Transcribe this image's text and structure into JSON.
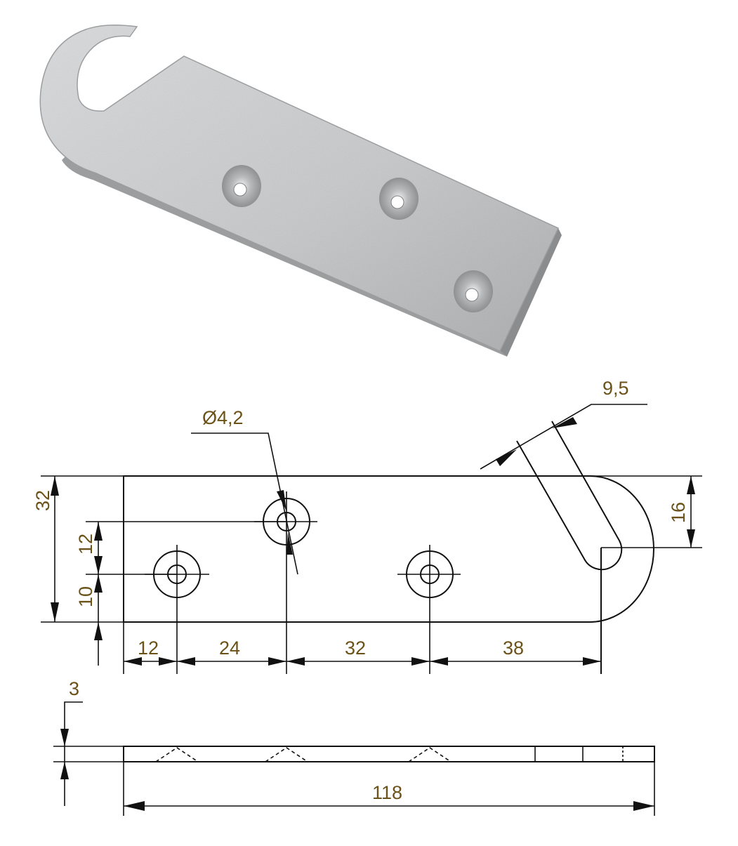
{
  "dimensions": {
    "height_total": "32",
    "hole_offset_upper": "12",
    "hole_offset_lower": "10",
    "hook_depth": "16",
    "hole_diameter": "Ø4,2",
    "slot_width": "9,5",
    "pitch_1": "12",
    "pitch_2": "24",
    "pitch_3": "32",
    "pitch_4": "38",
    "thickness": "3",
    "length_total": "118"
  },
  "colors": {
    "dimension_text": "#6b5218",
    "line": "#111111",
    "metal_light": "#d9dadb",
    "metal_dark": "#8a8c8e"
  }
}
